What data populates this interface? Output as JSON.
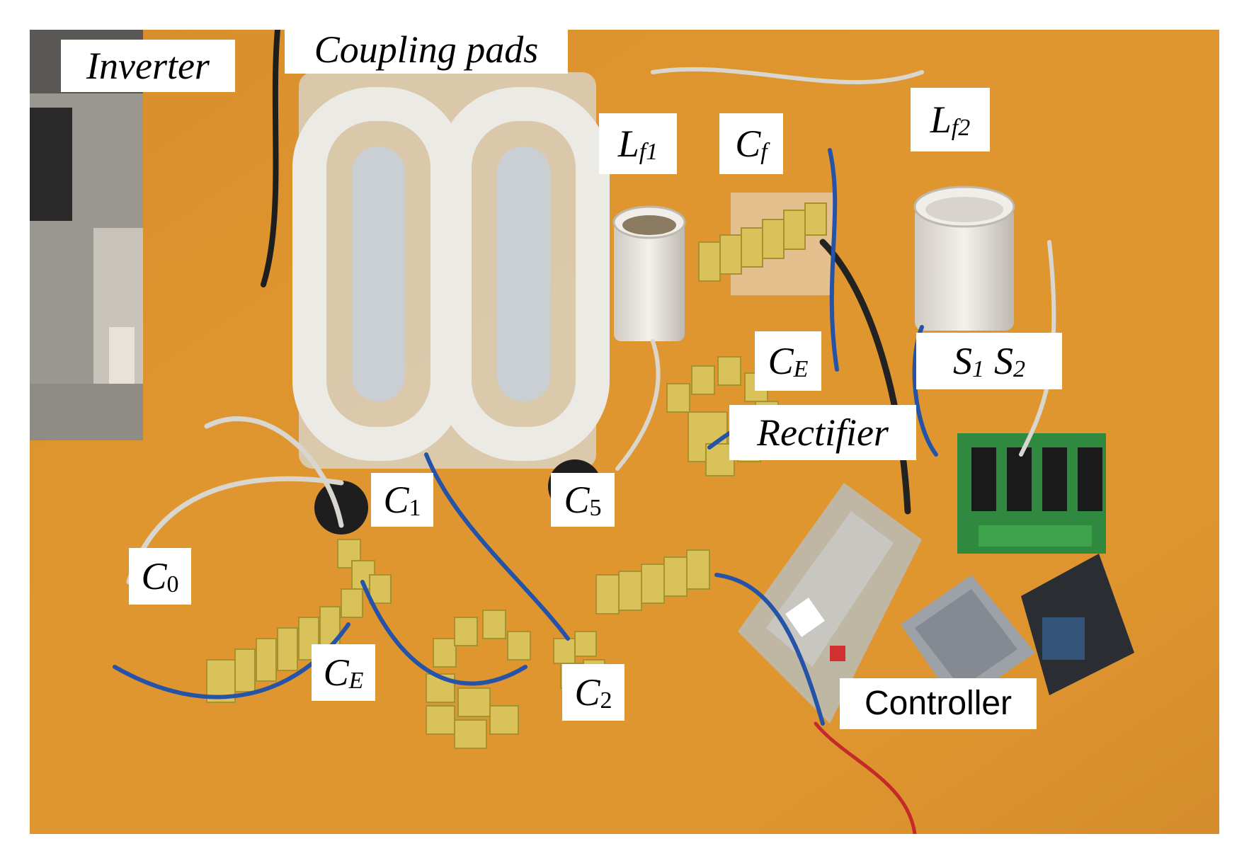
{
  "labels": {
    "inverter": "Inverter",
    "coupling_pads": "Coupling pads",
    "lf1": {
      "main": "L",
      "sub": "f1"
    },
    "cf": {
      "main": "C",
      "sub": "f"
    },
    "lf2": {
      "main": "L",
      "sub": "f2"
    },
    "ce_top": {
      "main": "C",
      "sub": "E"
    },
    "s1s2": {
      "s1_main": "S",
      "s1_sub": "1",
      "s2_main": "S",
      "s2_sub": "2"
    },
    "rectifier": "Rectifier",
    "c1": {
      "main": "C",
      "sub": "1"
    },
    "c5": {
      "main": "C",
      "sub": "5"
    },
    "c0": {
      "main": "C",
      "sub": "0"
    },
    "ce_bottom": {
      "main": "C",
      "sub": "E"
    },
    "c2": {
      "main": "C",
      "sub": "2"
    },
    "controller": "Controller"
  },
  "colors": {
    "table": "#e0962f",
    "coil_white": "#e9e6e1",
    "capacitor_yellow": "#d9c25a",
    "cable_blue": "#2553a8",
    "board_green": "#2f8a3f"
  }
}
